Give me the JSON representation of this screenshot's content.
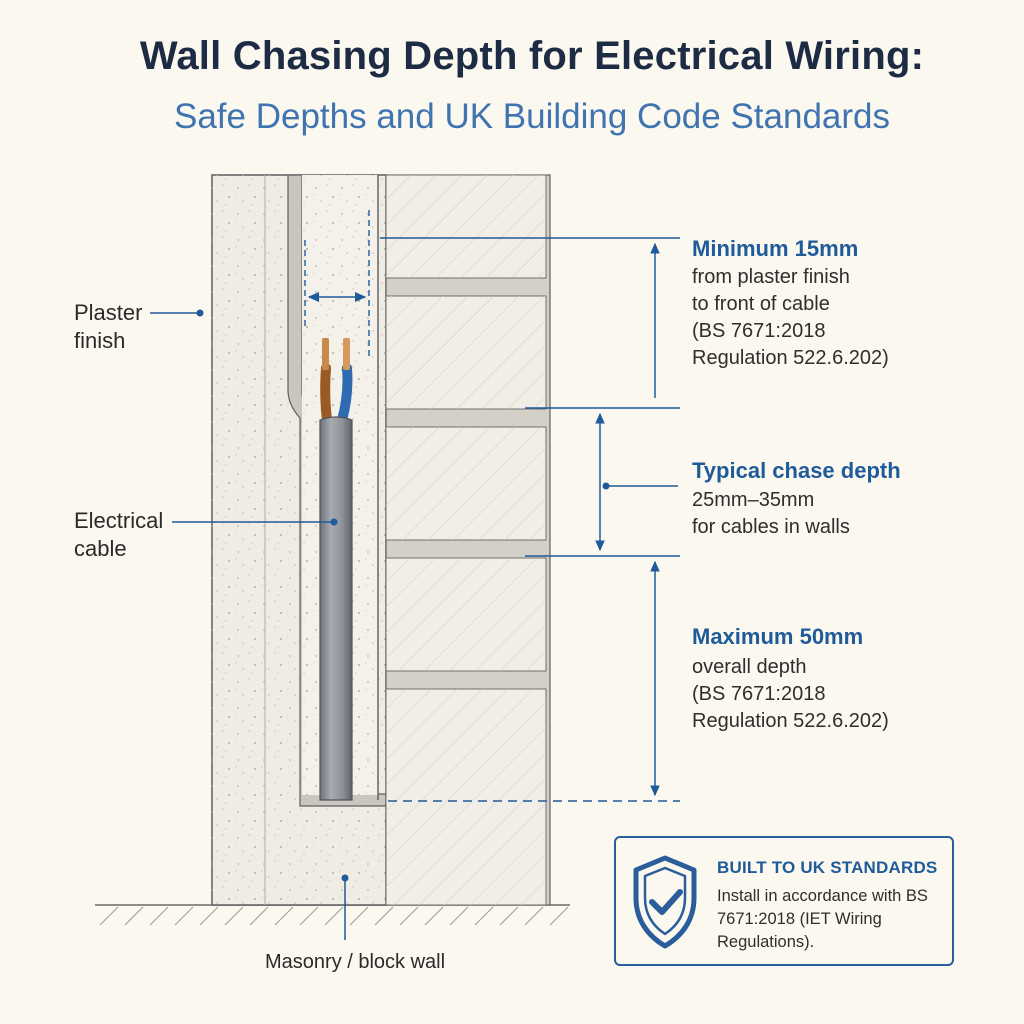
{
  "header": {
    "title": "Wall Chasing Depth for Electrical Wiring:",
    "subtitle": "Safe Depths and UK Building Code Standards"
  },
  "labels": {
    "plaster": "Plaster\nfinish",
    "cable": "Electrical\ncable",
    "masonry": "Masonry / block wall"
  },
  "annotations": [
    {
      "heading": "Minimum 15mm",
      "body": "from plaster finish\nto front of cable\n(BS 7671:2018\nRegulation 522.6.202)"
    },
    {
      "heading": "Typical chase depth",
      "body": "25mm–35mm\nfor cables in walls"
    },
    {
      "heading": "Maximum 50mm",
      "body": "overall depth\n(BS 7671:2018\nRegulation 522.6.202)"
    }
  ],
  "badge": {
    "title": "BUILT TO UK STANDARDS",
    "body": "Install in accordance with BS 7671:2018 (IET Wiring Regulations).",
    "icon": "shield-check-icon"
  },
  "colors": {
    "accent": "#1f5a9a",
    "heading": "#1d2b44",
    "subtitle": "#3f74b0",
    "cable_sheath": "#8a8f96",
    "core_brown": "#9a5a22",
    "core_blue": "#2f6bb0",
    "copper": "#c8894a"
  }
}
